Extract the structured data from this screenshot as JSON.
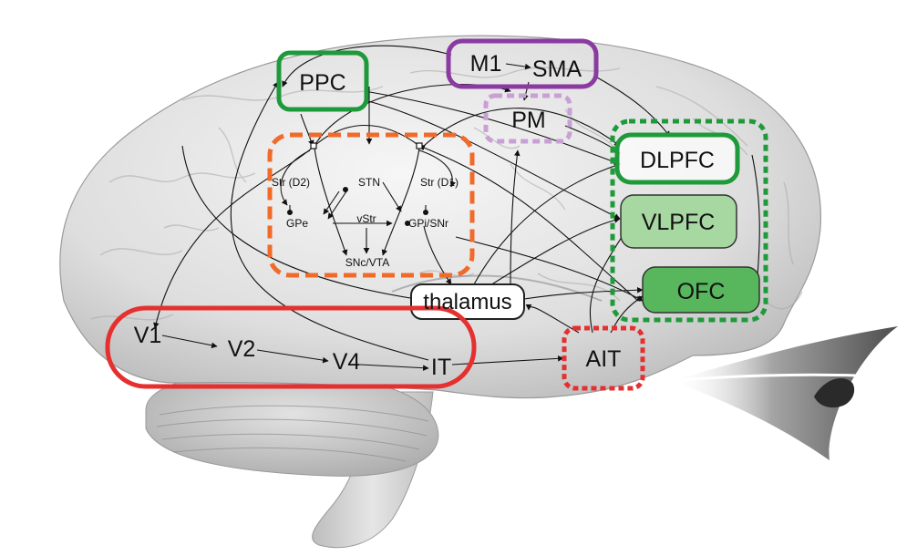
{
  "regions": {
    "ppc": "PPC",
    "m1": "M1",
    "sma": "SMA",
    "pm": "PM",
    "dlpfc": "DLPFC",
    "vlpfc": "VLPFC",
    "ofc": "OFC",
    "thalamus": "thalamus",
    "ait": "AIT",
    "v1": "V1",
    "v2": "V2",
    "v4": "V4",
    "it": "IT"
  },
  "basal_ganglia": {
    "str_d2": "Str (D2)",
    "stn": "STN",
    "str_d1": "Str (D1)",
    "gpe": "GPe",
    "vstr": "vStr",
    "gpi_snr": "GPi/SNr",
    "snc_vta": "SNc/VTA"
  },
  "colors": {
    "green_dark": "#1f9a3a",
    "green_light": "#a8d8a2",
    "green_mid": "#58b65c",
    "purple": "#8a3aa0",
    "purple_light": "#c9a0d6",
    "orange": "#f06a2a",
    "red": "#e53030"
  }
}
